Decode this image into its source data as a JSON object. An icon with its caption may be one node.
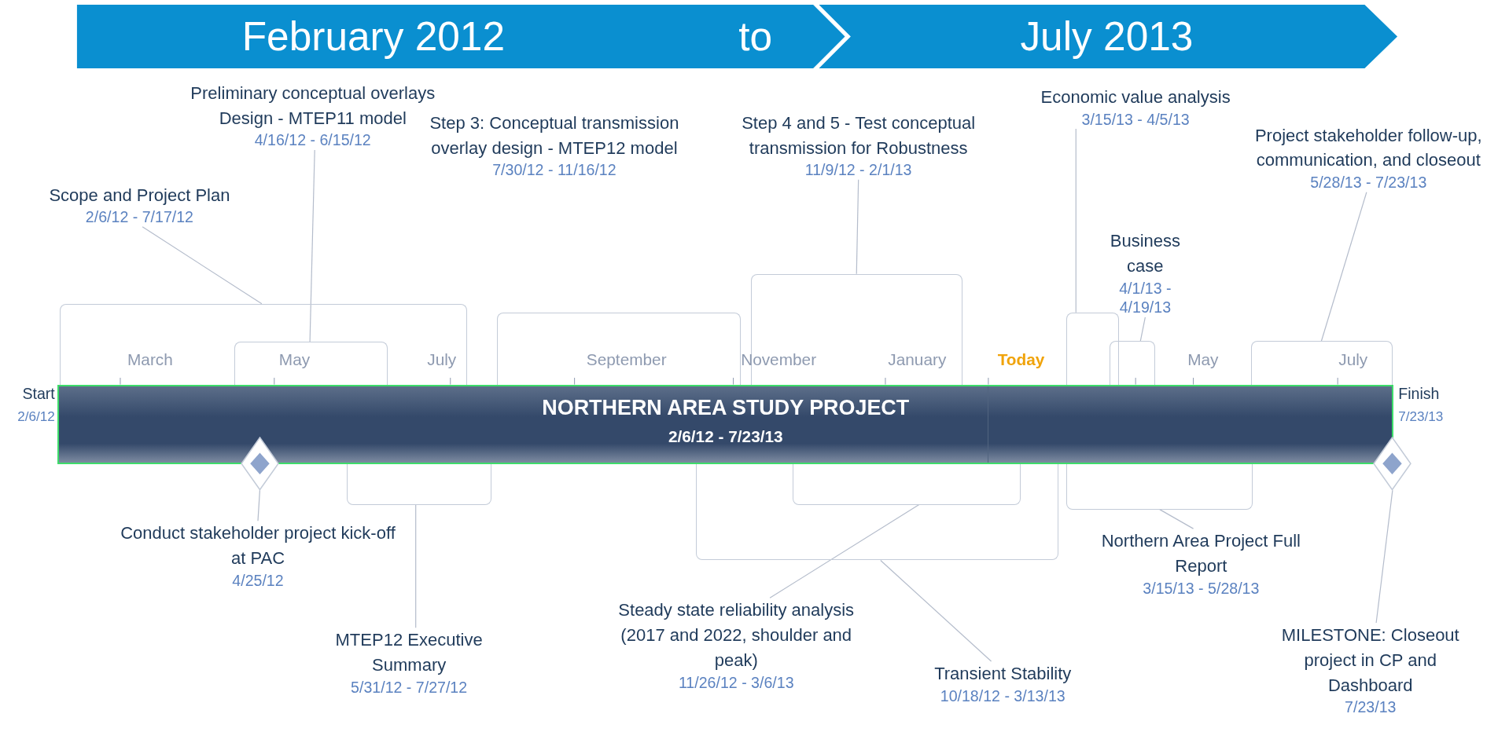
{
  "diagram": {
    "nodes": [
      {
        "text": [
          "Preliminary conceptual overlays Design - MTEP11 model",
          "4/16/12 - 6/15/12"
        ]
      },
      {
        "text": [
          "Step 3: Conceptual transmission overlay design - MTEP12 model",
          "7/30/12 - 11/16/12"
        ]
      },
      {
        "text": [
          "Step 4 and 5 - Test conceptual transmission for Robustness",
          "11/9/12 - 2/1/13"
        ]
      },
      {
        "text": [
          "Economic value analysis",
          "3/15/13 - 4/5/13"
        ]
      },
      {
        "text": [
          "Project stakeholder follow-up, communication, and closeout",
          "5/28/13 - 7/23/13"
        ]
      },
      {
        "text": [
          "Scope and Project Plan",
          "2/6/12 - 7/17/12"
        ]
      },
      {
        "text": [
          "Business case",
          "4/1/13 - 4/19/13"
        ]
      },
      {
        "text": [],
        "shape": "bracket"
      },
      {
        "text": [],
        "shape": "bracket"
      },
      {
        "text": [],
        "shape": "bracket"
      },
      {
        "text": [],
        "shape": "bracket"
      },
      {
        "text": [],
        "shape": "bracket",
        "in": 7
      },
      {
        "text": [],
        "shape": "bracket"
      },
      {
        "text": [],
        "shape": "bracket"
      },
      {
        "text": [
          "NORTHERN AREA STUDY PROJECT",
          "2/6/12 - 7/23/13"
        ]
      },
      {
        "text": [],
        "shape": "diamond"
      },
      {
        "text": [],
        "shape": "diamond"
      },
      {
        "text": [],
        "shape": "bracket"
      },
      {
        "text": [],
        "shape": "bracket"
      },
      {
        "text": [],
        "shape": "bracket",
        "in": 17
      },
      {
        "text": [],
        "shape": "bracket"
      },
      {
        "text": [
          "Conduct stakeholder project kick-off at PAC",
          "4/25/12"
        ]
      },
      {
        "text": [
          "Northern Area Project Full Report",
          "3/15/13 - 5/28/13"
        ]
      },
      {
        "text": [
          "Steady state reliability analysis (2017 and 2022, shoulder and peak)",
          "11/26/12 - 3/6/13"
        ]
      },
      {
        "text": [
          "MTEP12 Executive Summary",
          "5/31/12 - 7/27/12"
        ]
      },
      {
        "text": [
          "MILESTONE: Closeout project in CP and Dashboard",
          "7/23/13"
        ]
      },
      {
        "text": [
          "Transient Stability",
          "10/18/12 - 3/13/13"
        ]
      }
    ],
    "edges": [
      {
        "from": 7,
        "to": 5,
        "arrow": "none"
      },
      {
        "from": 11,
        "to": 0,
        "arrow": "none"
      },
      {
        "from": 9,
        "to": 2,
        "arrow": "none"
      },
      {
        "from": 10,
        "to": 3,
        "arrow": "none"
      },
      {
        "from": 12,
        "to": 6,
        "arrow": "none"
      },
      {
        "from": 13,
        "to": 4,
        "arrow": "none"
      },
      {
        "from": 15,
        "to": 21,
        "arrow": "none"
      },
      {
        "from": 18,
        "to": 24,
        "arrow": "none"
      },
      {
        "from": 19,
        "to": 23,
        "arrow": "none"
      },
      {
        "from": 17,
        "to": 26,
        "arrow": "none"
      },
      {
        "from": 20,
        "to": 22,
        "arrow": "none"
      },
      {
        "from": 16,
        "to": 25,
        "arrow": "none"
      }
    ],
    "labels": [
      "February 2012",
      "to",
      "July 2013",
      "Start",
      "2/6/12",
      "March",
      "May",
      "July",
      "September",
      "November",
      "January",
      "Today",
      "May",
      "July",
      "Finish",
      "7/23/13"
    ]
  }
}
